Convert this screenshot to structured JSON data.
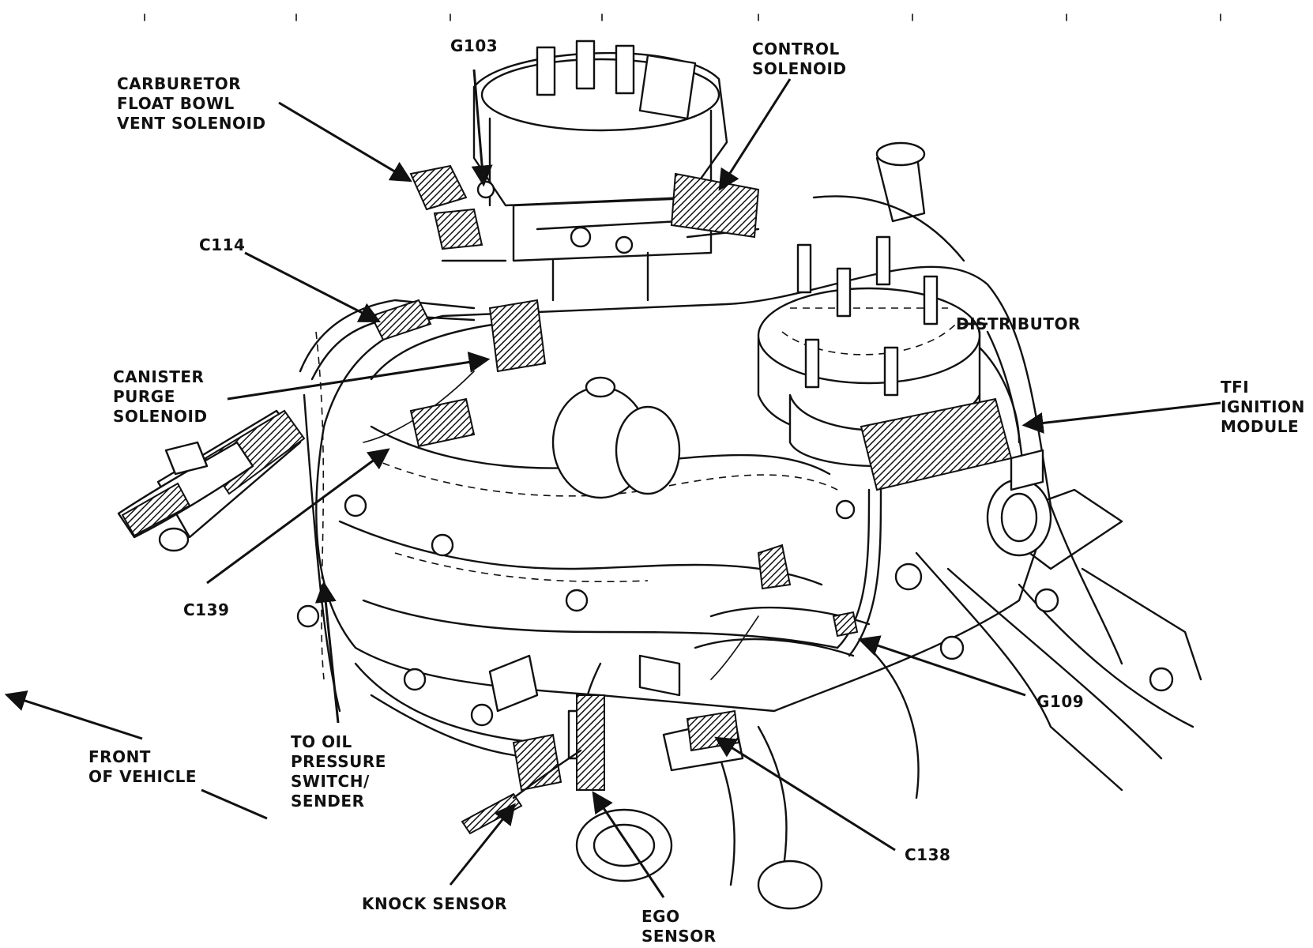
{
  "labels": {
    "g103": [
      "G103"
    ],
    "control_solenoid": [
      "CONTROL",
      "SOLENOID"
    ],
    "carb_vent": [
      "CARBURETOR",
      "FLOAT BOWL",
      "VENT SOLENOID"
    ],
    "c114": [
      "C114"
    ],
    "distributor": [
      "DISTRIBUTOR"
    ],
    "canister": [
      "CANISTER",
      "PURGE",
      "SOLENOID"
    ],
    "tfi": [
      "TFI",
      "IGNITION",
      "MODULE"
    ],
    "c139": [
      "C139"
    ],
    "g109": [
      "G109"
    ],
    "front": [
      "FRONT",
      "OF VEHICLE"
    ],
    "oil": [
      "TO OIL",
      "PRESSURE",
      "SWITCH/",
      "SENDER"
    ],
    "c138": [
      "C138"
    ],
    "knock": [
      "KNOCK SENSOR"
    ],
    "ego": [
      "EGO",
      "SENSOR"
    ]
  }
}
